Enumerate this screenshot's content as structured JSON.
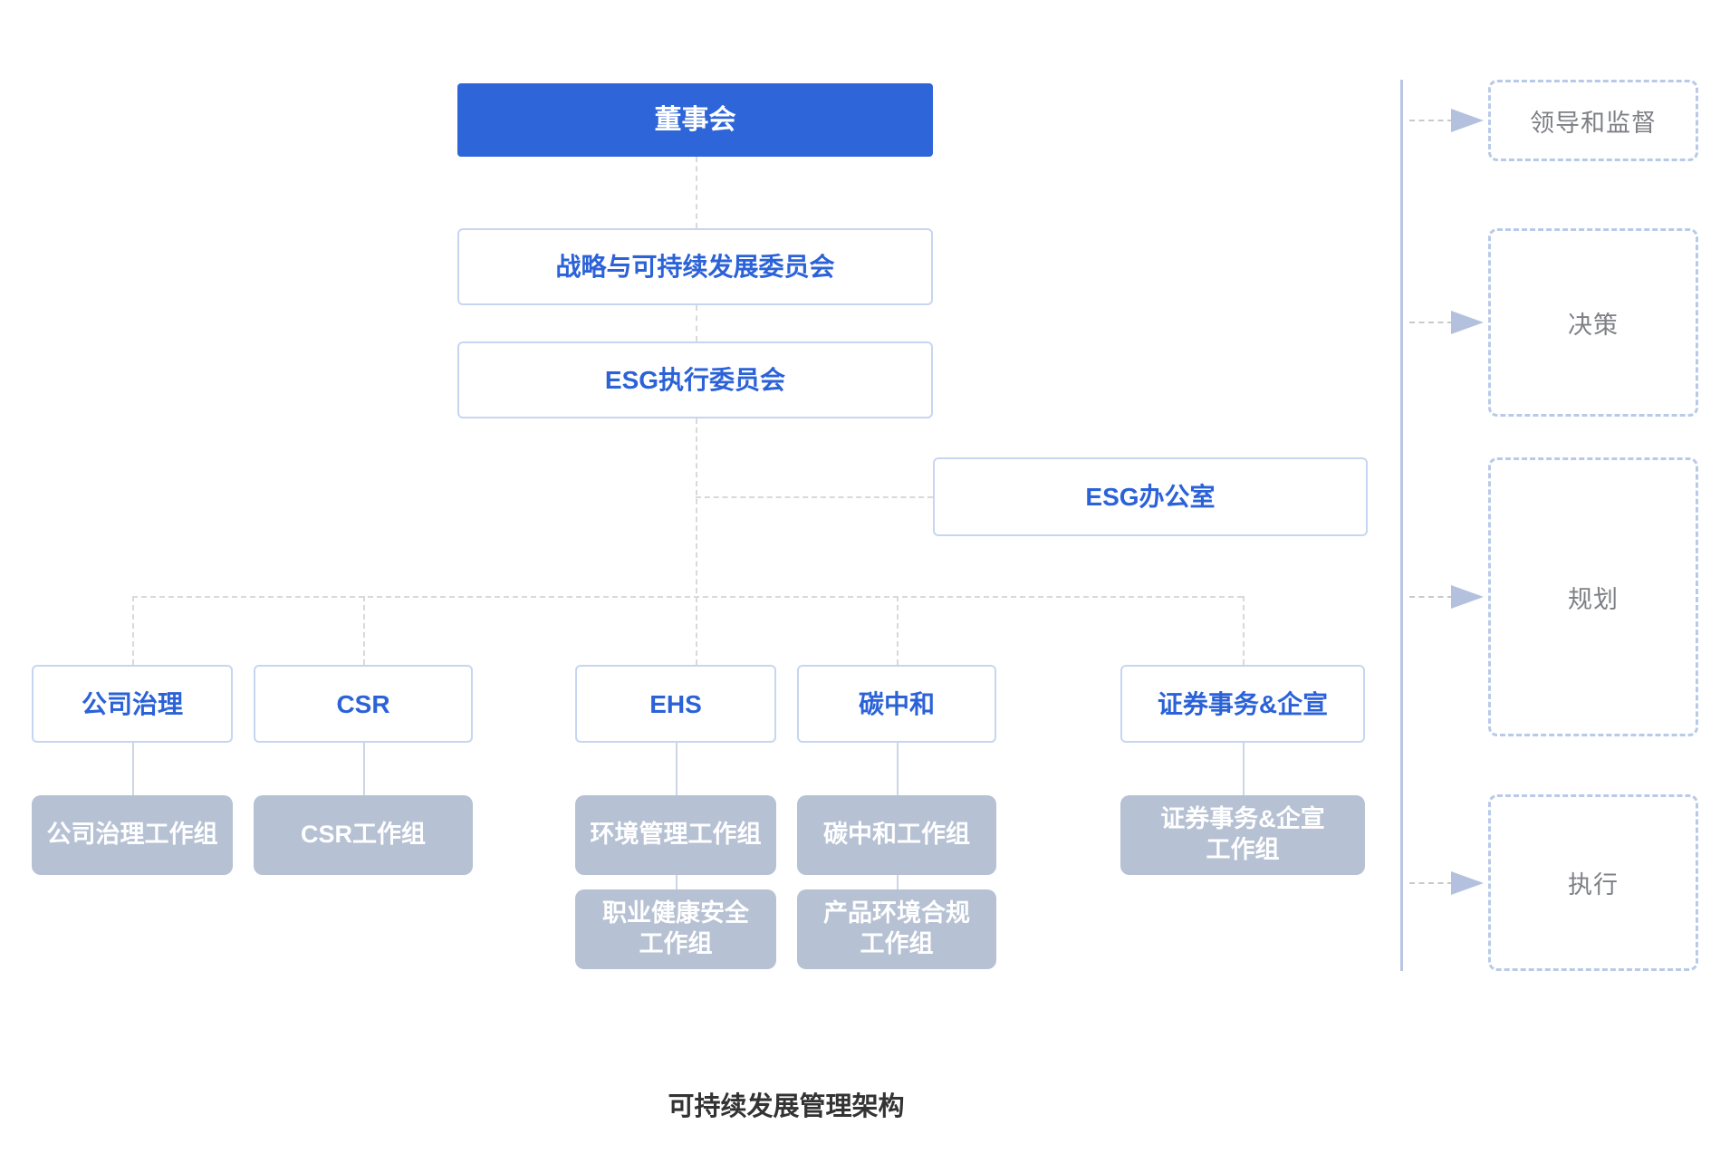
{
  "title": "可持续发展管理架构",
  "colors": {
    "board_fill": "#2E65D8",
    "node_text_blue": "#2B62D8",
    "node_border_blue": "#C7D6F0",
    "workgroup_fill": "#B6C1D3",
    "connector_dash_gray": "#D9D9D9",
    "stage_border_blue": "#B9CAE8",
    "stage_rail_blue": "#B9C6E3",
    "stage_text_gray": "#7E8085"
  },
  "hierarchy": {
    "board": {
      "label": "董事会"
    },
    "strategy_committee": {
      "label": "战略与可持续发展委员会"
    },
    "esg_committee": {
      "label": "ESG执行委员会"
    },
    "esg_office": {
      "label": "ESG办公室"
    }
  },
  "departments": [
    {
      "label": "公司治理"
    },
    {
      "label": "CSR"
    },
    {
      "label": "EHS"
    },
    {
      "label": "碳中和"
    },
    {
      "label": "证券事务&企宣"
    }
  ],
  "workgroups_row1": [
    {
      "label": "公司治理工作组"
    },
    {
      "label": "CSR工作组"
    },
    {
      "label": "环境管理工作组"
    },
    {
      "label": "碳中和工作组"
    },
    {
      "label": "证券事务&企宣\n工作组"
    }
  ],
  "workgroups_row2": [
    {
      "label": "职业健康安全\n工作组"
    },
    {
      "label": "产品环境合规\n工作组"
    }
  ],
  "stages": [
    {
      "label": "领导和监督"
    },
    {
      "label": "决策"
    },
    {
      "label": "规划"
    },
    {
      "label": "执行"
    }
  ]
}
